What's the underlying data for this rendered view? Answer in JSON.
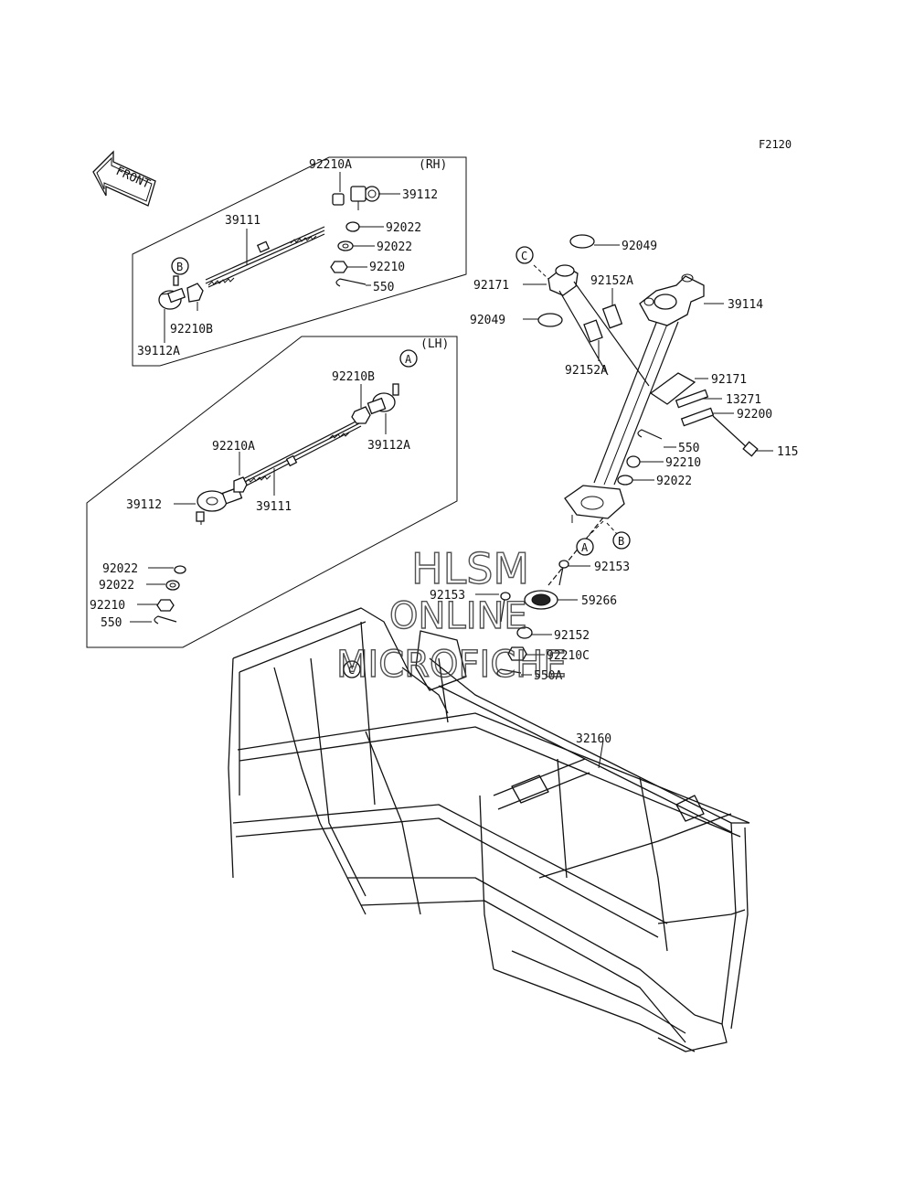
{
  "figure_code": "F2120",
  "front_arrow_label": "FRONT",
  "boxes": {
    "rh": {
      "label": "(RH)"
    },
    "lh": {
      "label": "(LH)"
    }
  },
  "callouts": {
    "c_top": "C",
    "c_frame": "C",
    "b_rh": "B",
    "a_lh": "A",
    "a_col": "A",
    "b_col": "B"
  },
  "parts": {
    "rh_92210A": "92210A",
    "rh_39112": "39112",
    "rh_92022a": "92022",
    "rh_92022b": "92022",
    "rh_92210": "92210",
    "rh_550": "550",
    "rh_39111": "39111",
    "rh_92210B": "92210B",
    "rh_39112A": "39112A",
    "lh_92210B": "92210B",
    "lh_39112A": "39112A",
    "lh_92210A": "92210A",
    "lh_39111": "39111",
    "lh_39112": "39112",
    "lh_92022a": "92022",
    "lh_92022b": "92022",
    "lh_92210": "92210",
    "lh_550": "550",
    "col_92049a": "92049",
    "col_92171a": "92171",
    "col_92152Aa": "92152A",
    "col_39114": "39114",
    "col_92049b": "92049",
    "col_92152Ab": "92152A",
    "col_92171b": "92171",
    "col_13271": "13271",
    "col_92200": "92200",
    "col_550": "550",
    "col_115": "115",
    "col_92210": "92210",
    "col_92022": "92022",
    "col_92153a": "92153",
    "col_92153b": "92153",
    "col_59266": "59266",
    "col_92152": "92152",
    "col_92210C": "92210C",
    "col_550A": "550A",
    "frame_32160": "32160"
  },
  "watermark": {
    "line1": "HLSM",
    "line2": "ONLINE",
    "line3": "MICROFICHE"
  }
}
